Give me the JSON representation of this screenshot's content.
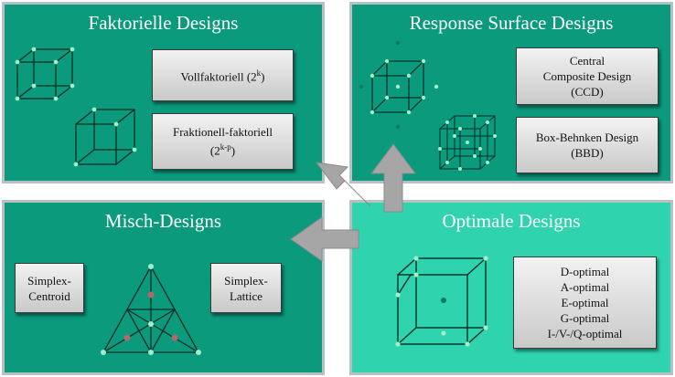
{
  "panels": {
    "factorial": {
      "title": "Faktorielle Designs",
      "boxes": [
        {
          "text": "Vollfaktoriell (2",
          "sup": "k",
          "after": ")"
        },
        {
          "line1": "Fraktionell-faktoriell",
          "text": "(2",
          "sup": "k-p",
          "after": ")"
        }
      ]
    },
    "response": {
      "title": "Response Surface Designs",
      "boxes": [
        {
          "lines": [
            "Central",
            "Composite Design",
            "(CCD)"
          ]
        },
        {
          "lines": [
            "Box-Behnken Design",
            "(BBD)"
          ]
        }
      ]
    },
    "mixture": {
      "title": "Misch-Designs",
      "boxes": [
        {
          "lines": [
            "Simplex-",
            "Centroid"
          ]
        },
        {
          "lines": [
            "Simplex-",
            "Lattice"
          ]
        }
      ]
    },
    "optimal": {
      "title": "Optimale Designs",
      "boxes": [
        {
          "lines": [
            "D-optimal",
            "A-optimal",
            "E-optimal",
            "G-optimal",
            "I-/V-/Q-optimal"
          ]
        }
      ]
    }
  },
  "colors": {
    "panel_dark": "#0b9a7c",
    "panel_light": "#2fd3ad",
    "arrow": "#a6a6a6",
    "point": "#9ef0c8",
    "point_center": "#0b7a5e",
    "point_mid": "#b06a6a"
  }
}
